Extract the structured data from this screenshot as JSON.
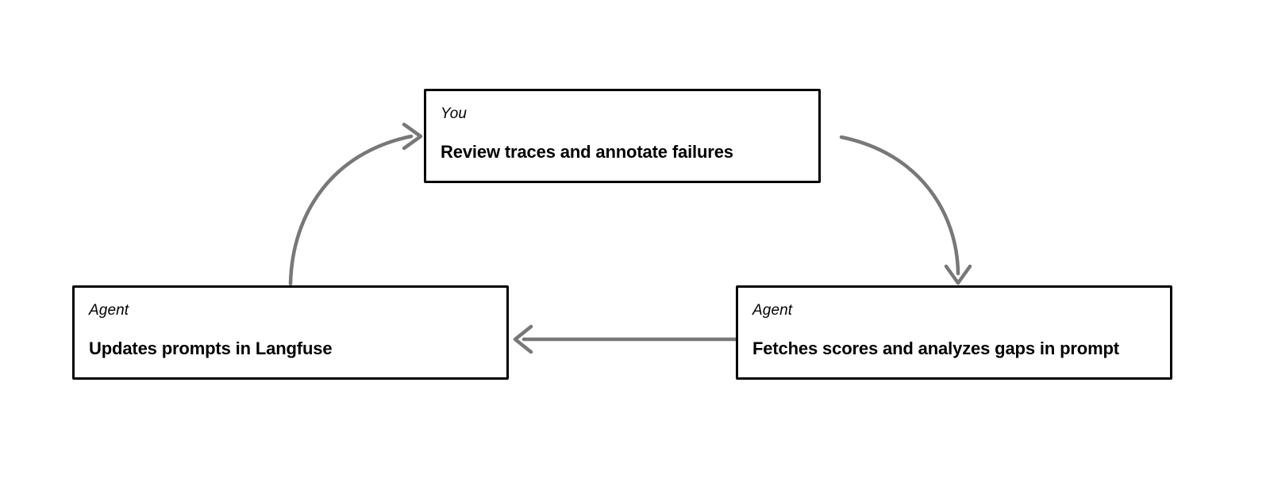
{
  "diagram": {
    "type": "cycle-flowchart",
    "background_color": "#ffffff",
    "node_border_color": "#000000",
    "arrow_color": "#787878",
    "nodes": [
      {
        "id": "you-review",
        "role": "You",
        "title": "Review traces and annotate failures"
      },
      {
        "id": "agent-updates",
        "role": "Agent",
        "title": "Updates prompts in Langfuse"
      },
      {
        "id": "agent-fetches",
        "role": "Agent",
        "title": "Fetches scores and analyzes gaps in prompt"
      }
    ],
    "edges": [
      {
        "id": "edge-updates-to-you",
        "from": "agent-updates",
        "to": "you-review",
        "style": "curved",
        "label": ""
      },
      {
        "id": "edge-you-to-fetches",
        "from": "you-review",
        "to": "agent-fetches",
        "style": "curved",
        "label": ""
      },
      {
        "id": "edge-fetches-to-updates",
        "from": "agent-fetches",
        "to": "agent-updates",
        "style": "straight",
        "label": ""
      }
    ]
  }
}
